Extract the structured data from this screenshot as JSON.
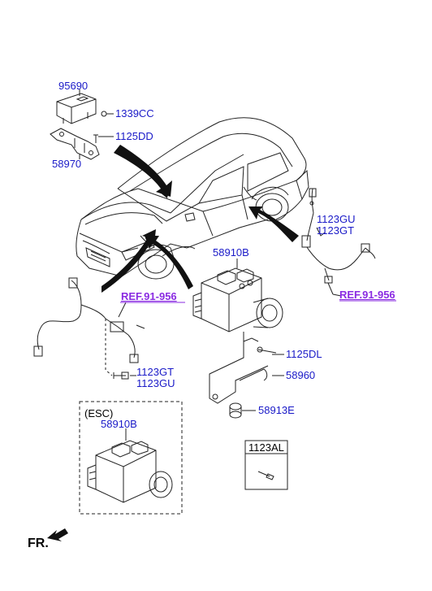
{
  "parts": {
    "p95690": "95690",
    "p1339cc": "1339CC",
    "p1125dd": "1125DD",
    "p58970": "58970",
    "p1123gu_r": "1123GU",
    "p1123gt_r": "1123GT",
    "ref_right": "REF.91-956",
    "p58910b": "58910B",
    "ref_left": "REF.91-956",
    "p1125dl": "1125DL",
    "p1123gt_l": "1123GT",
    "p1123gu_l": "1123GU",
    "p58960": "58960",
    "p58913e": "58913E",
    "esc_label": "(ESC)",
    "p58910b_esc": "58910B",
    "p1123al": "1123AL",
    "fr": "FR."
  },
  "colors": {
    "label": "#1a1ac8",
    "ref": "#8a2be2",
    "line": "#222222",
    "arrow": "#111111"
  }
}
